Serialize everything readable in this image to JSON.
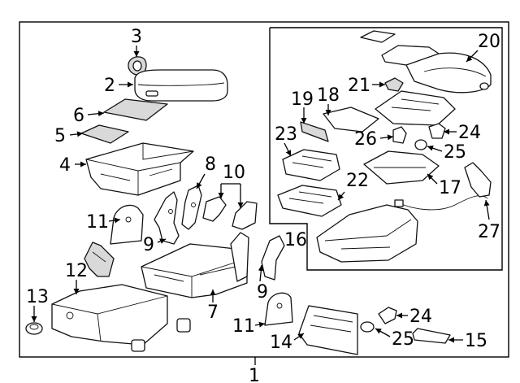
{
  "callouts": {
    "c1": "1",
    "c2": "2",
    "c3": "3",
    "c4": "4",
    "c5": "5",
    "c6": "6",
    "c7": "7",
    "c8": "8",
    "c9a": "9",
    "c9b": "9",
    "c10": "10",
    "c11a": "11",
    "c11b": "11",
    "c12": "12",
    "c13": "13",
    "c14": "14",
    "c15": "15",
    "c16": "16",
    "c17": "17",
    "c18": "18",
    "c19": "19",
    "c20": "20",
    "c21": "21",
    "c22": "22",
    "c23": "23",
    "c24a": "24",
    "c24b": "24",
    "c25a": "25",
    "c25b": "25",
    "c26": "26",
    "c27": "27"
  }
}
